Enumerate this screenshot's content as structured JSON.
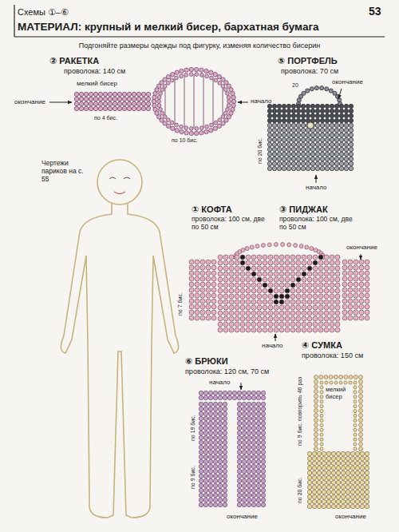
{
  "diagram": {
    "title": "МАТЕРИАЛ: крупный и мелкий бисер, бархатная бумага",
    "labels": [
      "53",
      "Схемы ①–⑥",
      "Подгоняйте размеры одежды под фигурку, изменяя количество бисерин",
      "② РАКЕТКА",
      "проволока: 140 см",
      "мелкий бисер",
      "окончание",
      "начало",
      "по 4 бис.",
      "по 10 бис.",
      "Чертежи париков на с. 55",
      "⑤ ПОРТФЕЛЬ",
      "проволока: 70 см",
      "окончание",
      "20",
      "по 20 бис.",
      "начало",
      "① КОФТА",
      "проволока: 100 см, две по 50 см",
      "③ ПИДЖАК",
      "проволока: 100 см, две по 50 см",
      "окончание",
      "по 7 бис.",
      "начало",
      "⑥ БРЮКИ",
      "проволока: 120 см, 70 см",
      "начало",
      "по 19 бис.",
      "по 9 бис.",
      "окончание",
      "④ СУМКА",
      "проволока: 150 см",
      "мелкий бисер",
      "по 9 бис. повторить 46 раз",
      "по 20 бис.",
      "окончание"
    ]
  }
}
